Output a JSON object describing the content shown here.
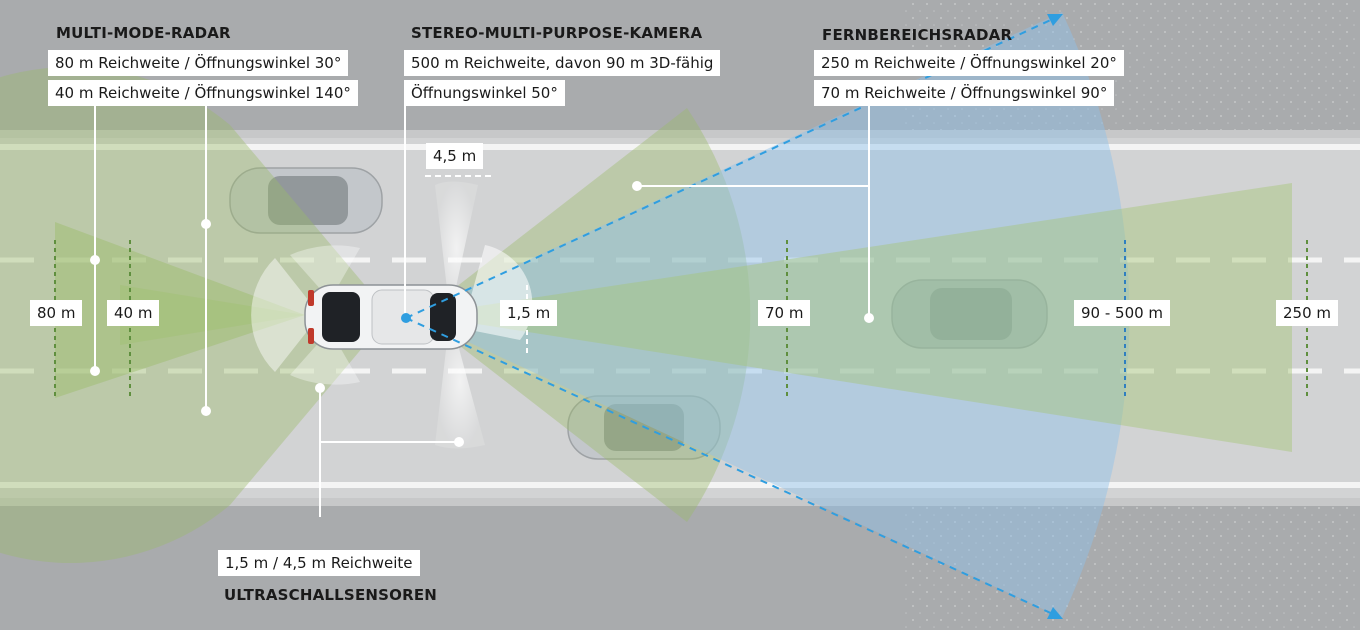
{
  "sensors": {
    "multi_mode_radar": {
      "title": "MULTI-MODE-RADAR",
      "lines": [
        "80 m Reichweite / Öffnungswinkel 30°",
        "40 m Reichweite / Öffnungswinkel 140°"
      ]
    },
    "stereo_camera": {
      "title": "STEREO-MULTI-PURPOSE-KAMERA",
      "lines": [
        "500 m Reichweite, davon 90 m 3D-fähig",
        "Öffnungswinkel 50°"
      ]
    },
    "long_range_radar": {
      "title": "FERNBEREICHSRADAR",
      "lines": [
        "250 m Reichweite / Öffnungswinkel 20°",
        "70 m Reichweite / Öffnungswinkel 90°"
      ]
    },
    "ultrasonic": {
      "title": "ULTRASCHALLSENSOREN",
      "lines": [
        "1,5 m / 4,5 m Reichweite"
      ]
    }
  },
  "distance_labels": [
    "80 m",
    "40 m",
    "4,5 m",
    "1,5 m",
    "70 m",
    "90 - 500 m",
    "250 m"
  ],
  "colors": {
    "radar_green": "#9bbb6a",
    "camera_blue": "#8ec0ea",
    "arrow_blue": "#2f9ee0",
    "road": "#d2d3d4",
    "shoulder": "#a9abad"
  }
}
